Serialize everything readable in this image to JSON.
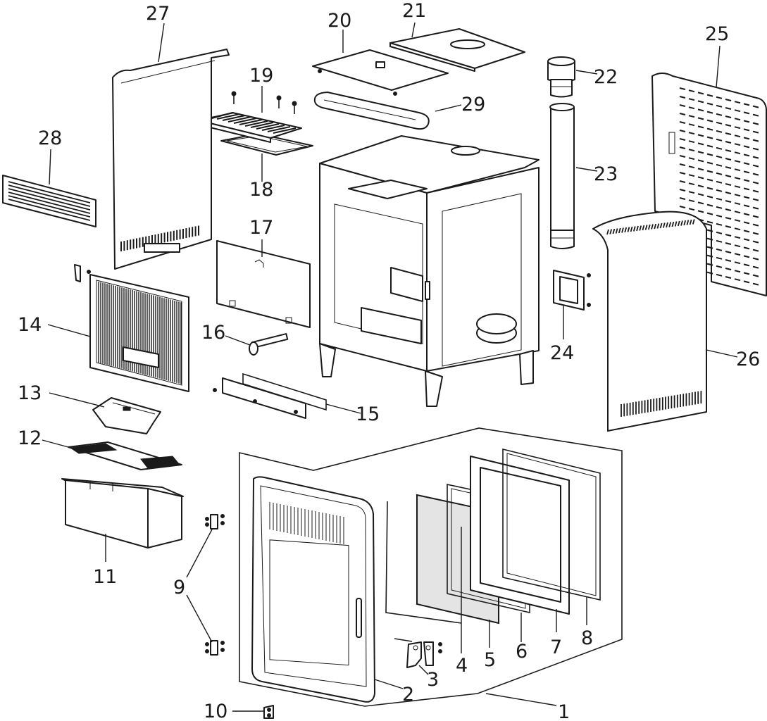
{
  "callouts": [
    {
      "id": "1",
      "text": "1"
    },
    {
      "id": "2",
      "text": "2"
    },
    {
      "id": "3",
      "text": "3"
    },
    {
      "id": "4",
      "text": "4"
    },
    {
      "id": "5",
      "text": "5"
    },
    {
      "id": "6",
      "text": "6"
    },
    {
      "id": "7",
      "text": "7"
    },
    {
      "id": "8",
      "text": "8"
    },
    {
      "id": "9",
      "text": "9"
    },
    {
      "id": "10",
      "text": "10"
    },
    {
      "id": "11",
      "text": "11"
    },
    {
      "id": "12",
      "text": "12"
    },
    {
      "id": "13",
      "text": "13"
    },
    {
      "id": "14",
      "text": "14"
    },
    {
      "id": "15",
      "text": "15"
    },
    {
      "id": "16",
      "text": "16"
    },
    {
      "id": "17",
      "text": "17"
    },
    {
      "id": "18",
      "text": "18"
    },
    {
      "id": "19",
      "text": "19"
    },
    {
      "id": "20",
      "text": "20"
    },
    {
      "id": "21",
      "text": "21"
    },
    {
      "id": "22",
      "text": "22"
    },
    {
      "id": "23",
      "text": "23"
    },
    {
      "id": "24",
      "text": "24"
    },
    {
      "id": "25",
      "text": "25"
    },
    {
      "id": "26",
      "text": "26"
    },
    {
      "id": "27",
      "text": "27"
    },
    {
      "id": "28",
      "text": "28"
    },
    {
      "id": "29",
      "text": "29"
    }
  ],
  "colors": {
    "line": "#1a1a1a",
    "background": "#ffffff",
    "glass": "#e4e4e4"
  }
}
